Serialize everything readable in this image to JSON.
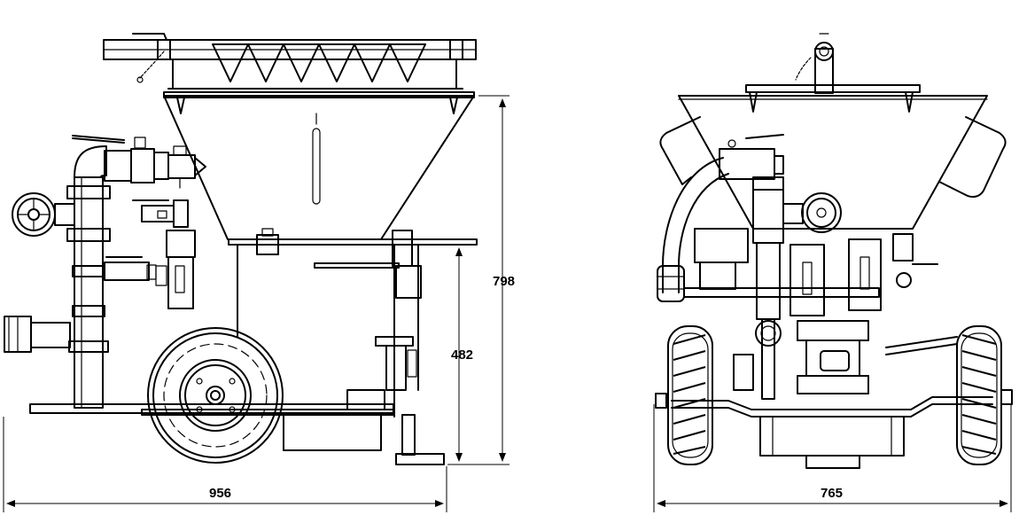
{
  "dimensions": {
    "side_height_overall": "798",
    "side_height_frame": "482",
    "side_length": "956",
    "front_width": "765"
  }
}
